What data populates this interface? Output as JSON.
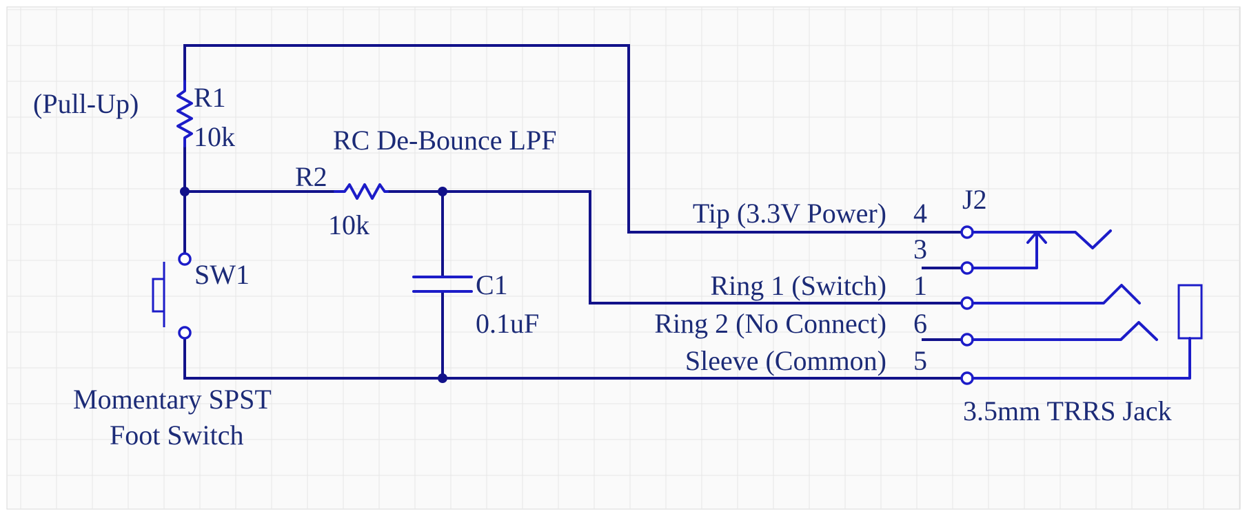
{
  "diagram": {
    "annotations": {
      "pullup": "(Pull-Up)",
      "rc_filter": "RC De-Bounce LPF",
      "switch_desc_line1": "Momentary SPST",
      "switch_desc_line2": "Foot Switch",
      "jack_desc": "3.5mm TRRS Jack"
    },
    "components": {
      "r1": {
        "designator": "R1",
        "value": "10k"
      },
      "r2": {
        "designator": "R2",
        "value": "10k"
      },
      "c1": {
        "designator": "C1",
        "value": "0.1uF"
      },
      "sw1": {
        "designator": "SW1"
      },
      "j2": {
        "designator": "J2"
      }
    },
    "jack_pins": [
      {
        "net": "Tip (3.3V Power)",
        "pin": "4"
      },
      {
        "net": "",
        "pin": "3"
      },
      {
        "net": "Ring 1 (Switch)",
        "pin": "1"
      },
      {
        "net": "Ring 2 (No Connect)",
        "pin": "6"
      },
      {
        "net": "Sleeve (Common)",
        "pin": "5"
      }
    ],
    "colors": {
      "wire": "#12128a",
      "component": "#1c1cc8",
      "text": "#1c2b77",
      "grid": "#e6e6e6"
    }
  }
}
